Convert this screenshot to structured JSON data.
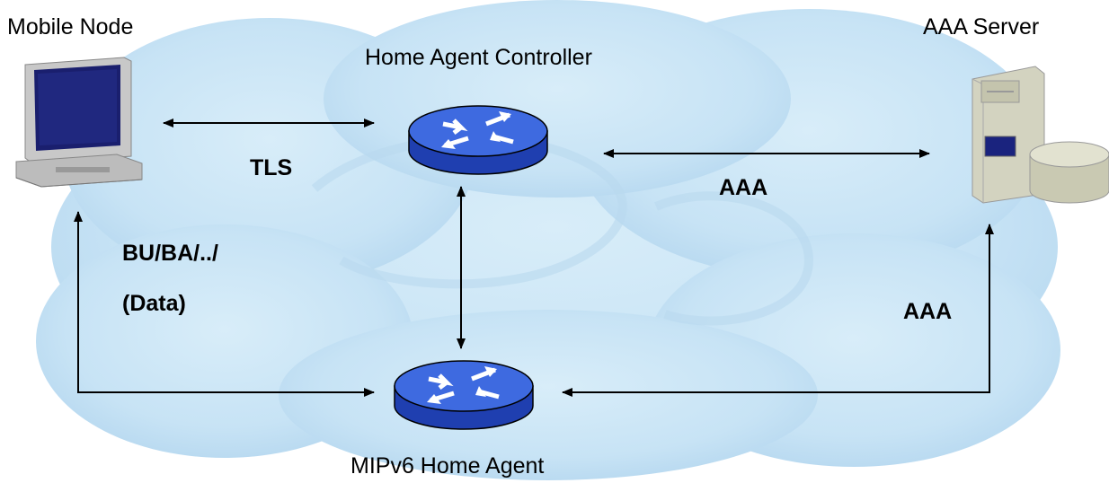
{
  "nodes": {
    "mobile_node": "Mobile Node",
    "home_agent_controller": "Home Agent Controller",
    "aaa_server": "AAA Server",
    "mipv6_home_agent": "MIPv6 Home Agent"
  },
  "links": {
    "mn_hac": "TLS",
    "hac_aaa": "AAA",
    "mn_ha_line1": "BU/BA/../",
    "mn_ha_line2": "(Data)",
    "ha_aaa": "AAA"
  },
  "colors": {
    "cloud": "#cfe6f5",
    "cloud_edge": "#b7d8ef",
    "router_top": "#3a63d6",
    "router_side": "#1f3fb0",
    "arrow": "#000000"
  }
}
